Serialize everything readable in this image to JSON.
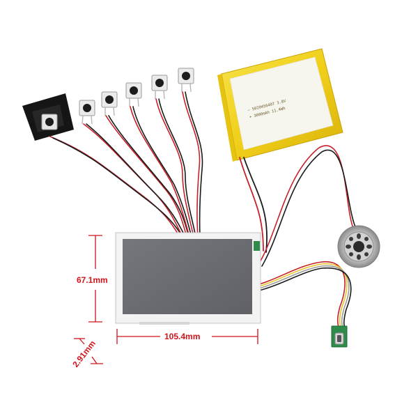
{
  "dimensions": {
    "height_label": "67.1mm",
    "width_label": "105.4mm",
    "thickness_label": "2.91mm"
  },
  "battery": {
    "line1": "— 5020456407 3.8V",
    "line2": "+ 3000mAh 11.4Wh"
  },
  "colors": {
    "dimension_red": "#d0141b",
    "wire_red": "#c8202a",
    "wire_black": "#1a1a1a",
    "battery_yellow": "#f2d21c",
    "screen_grey": "#6d6f74"
  }
}
